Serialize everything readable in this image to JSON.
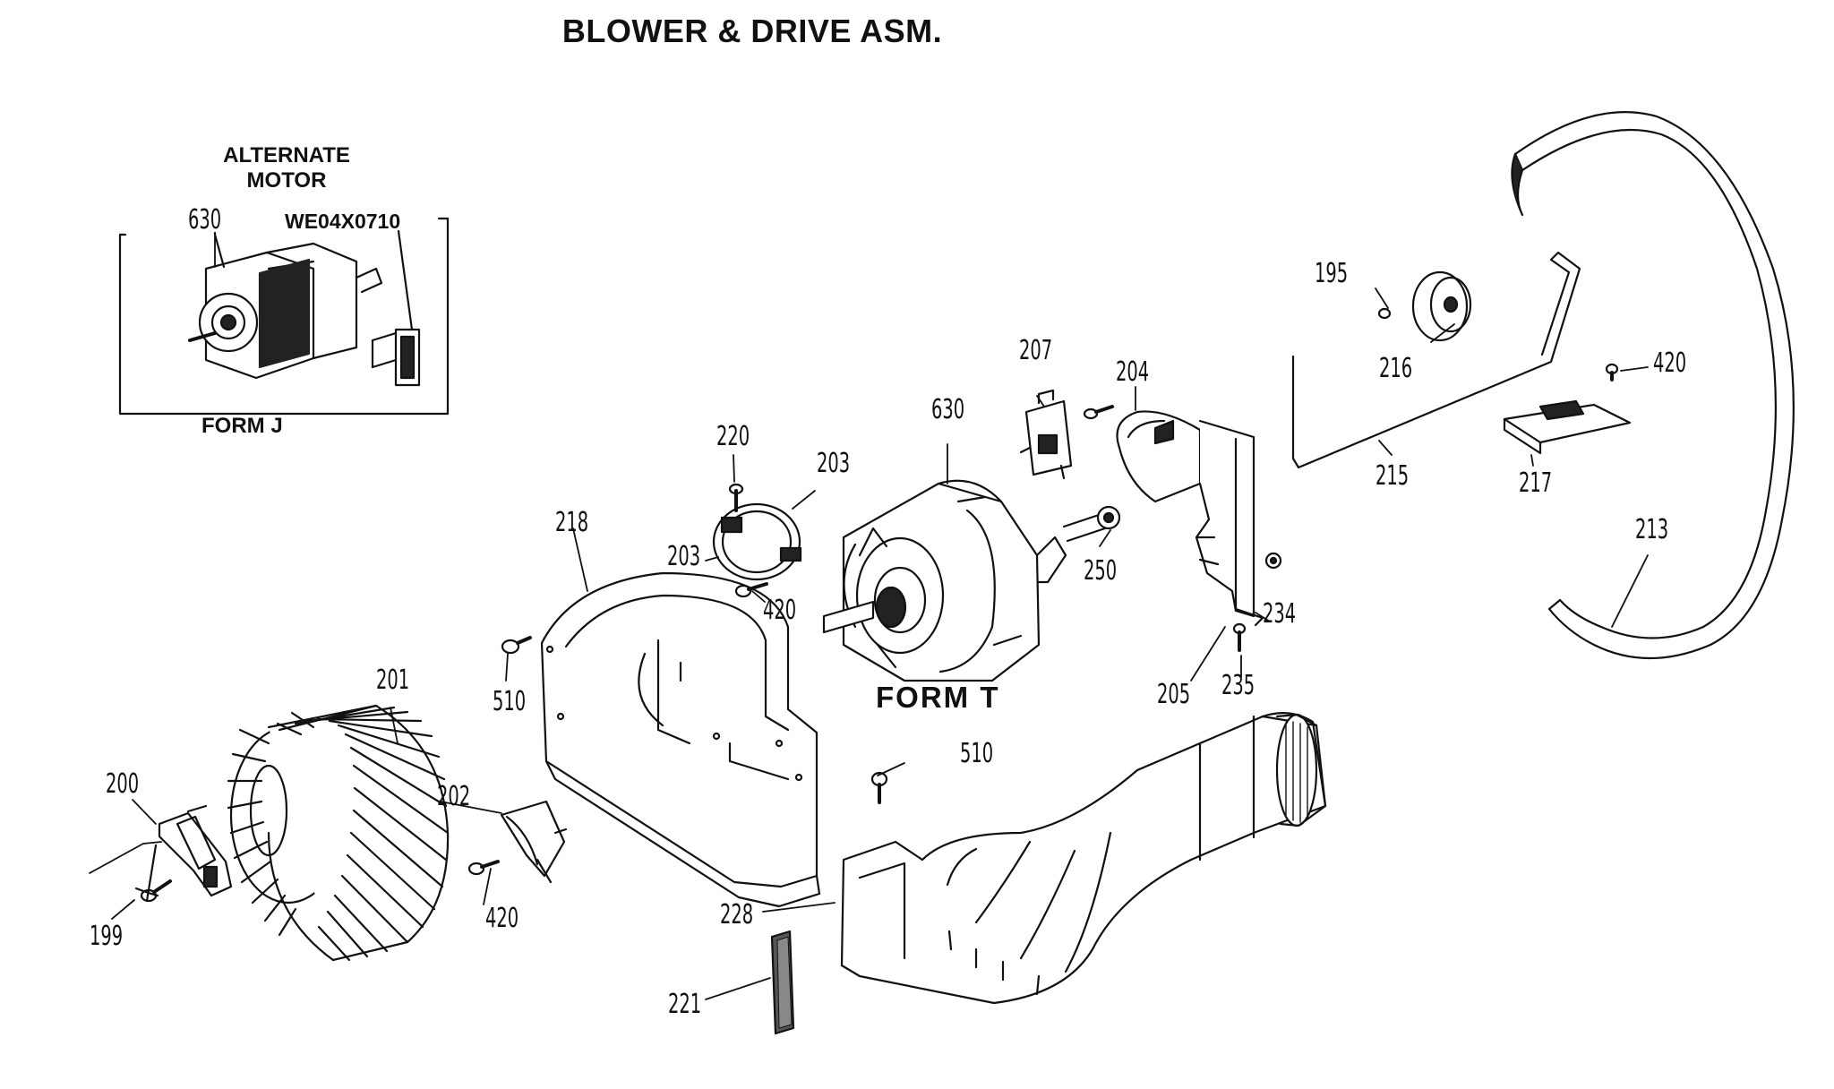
{
  "title": "BLOWER & DRIVE ASM.",
  "inset": {
    "heading_line1": "ALTERNATE",
    "heading_line2": "MOTOR",
    "motor_ref": "630",
    "part_number": "WE04X0710",
    "form_label": "FORM J"
  },
  "form_t_label": "FORM T",
  "callouts": {
    "c195": "195",
    "c199": "199",
    "c200": "200",
    "c201": "201",
    "c202": "202",
    "c203a": "203",
    "c203b": "203",
    "c204": "204",
    "c205": "205",
    "c207": "207",
    "c213": "213",
    "c215": "215",
    "c216": "216",
    "c217": "217",
    "c218": "218",
    "c220": "220",
    "c221": "221",
    "c228": "228",
    "c234": "234",
    "c235": "235",
    "c250": "250",
    "c420a": "420",
    "c420b": "420",
    "c420c": "420",
    "c510a": "510",
    "c510b": "510",
    "c630": "630"
  }
}
